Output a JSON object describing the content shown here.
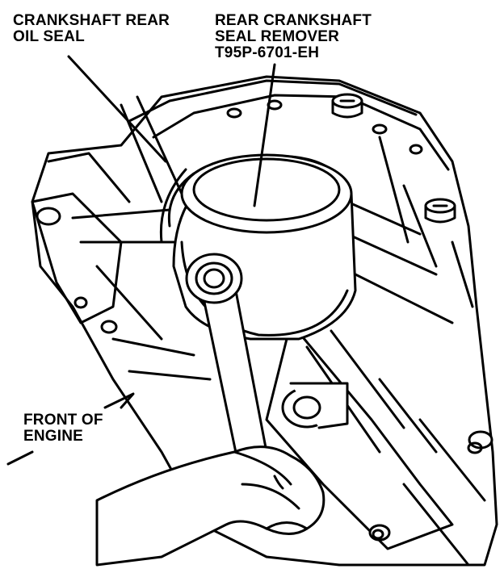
{
  "labels": {
    "crankshaft_rear_oil_seal": "CRANKSHAFT REAR\nOIL SEAL",
    "rear_crankshaft_seal_remover": "REAR CRANKSHAFT\nSEAL REMOVER\nT95P-6701-EH",
    "front_of_engine": "FRONT OF\nENGINE"
  },
  "colors": {
    "ink": "#000000",
    "paper": "#ffffff"
  }
}
